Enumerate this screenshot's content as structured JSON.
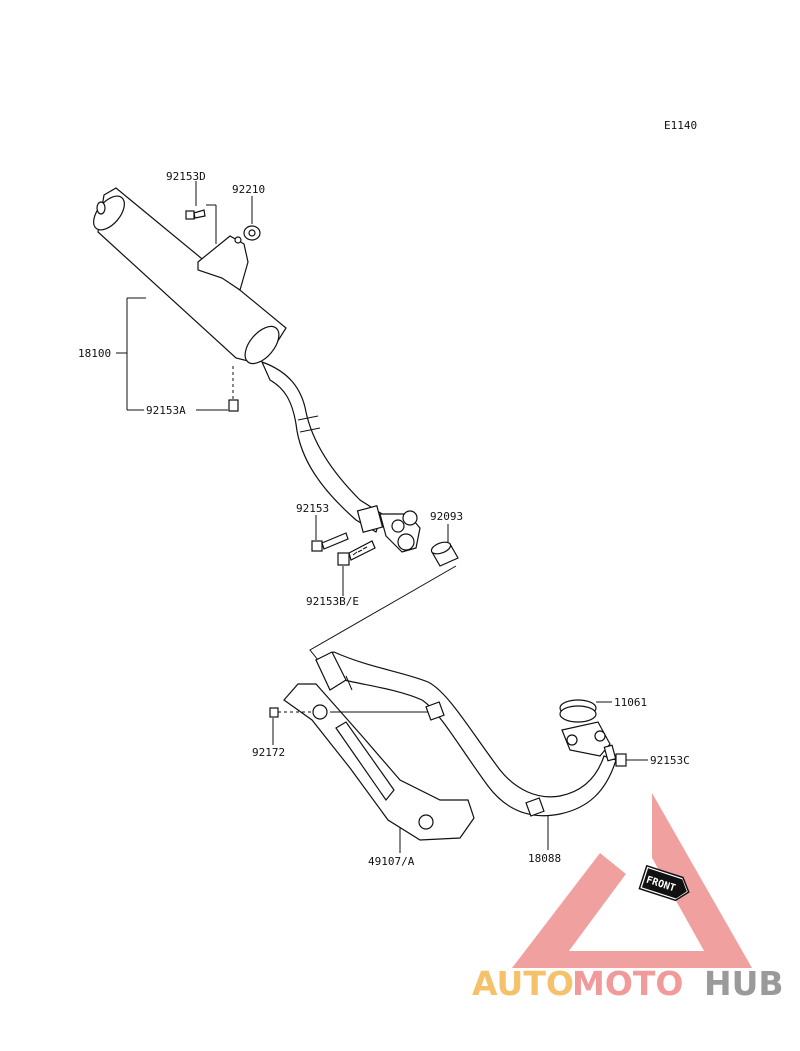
{
  "diagram": {
    "code": "E1140",
    "labels": {
      "p92153D": "92153D",
      "p92210": "92210",
      "p18100": "18100",
      "p92153A": "92153A",
      "p92153": "92153",
      "p92093": "92093",
      "p92153BE": "92153B/E",
      "p11061": "11061",
      "p92153C": "92153C",
      "p92172": "92172",
      "p49107A": "49107/A",
      "p18088": "18088"
    },
    "front_tag": "FRONT"
  },
  "watermark": {
    "word_auto": "AUTO",
    "word_moto": "MOTO",
    "word_hub": "HUB",
    "colors": {
      "auto": "#f5c16b",
      "moto": "#f19a9a",
      "hub": "#9a9a9a",
      "triangle": "#ef8f8f"
    }
  }
}
